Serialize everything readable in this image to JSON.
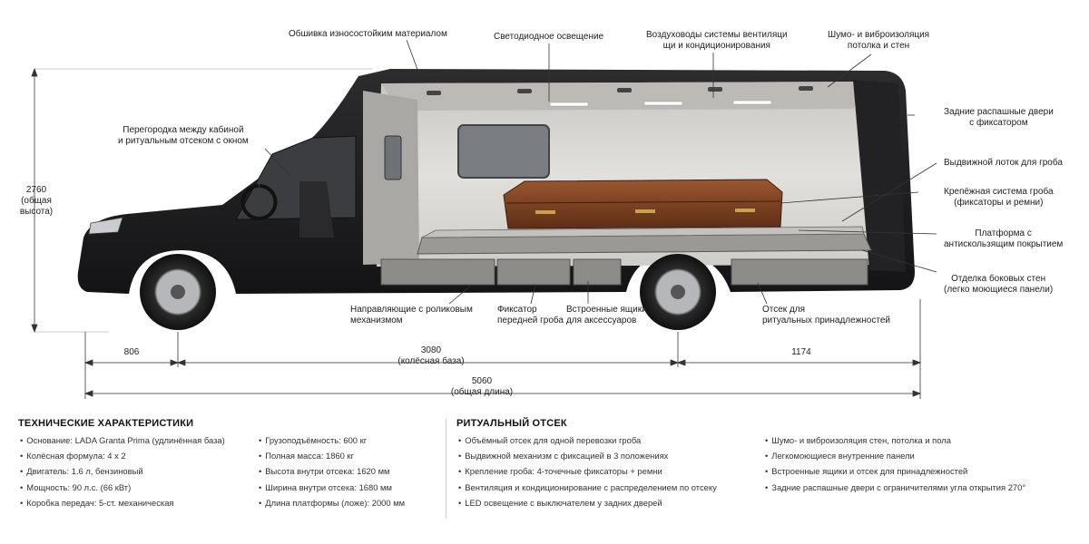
{
  "callouts": {
    "lining": "Обшивка износостойким материалом",
    "led": "Светодиодное освещение",
    "ducts": [
      "Воздуховоды системы вентиляци",
      "щи и кондиционирования"
    ],
    "insulation": [
      "Шумо- и виброизоляция",
      "потолка и стен"
    ],
    "partition": [
      "Перегородка между кабиной",
      "и ритуальным отсеком с окном"
    ],
    "rear_doors": [
      "Задние распашные двери",
      "с фиксатором"
    ],
    "tray": "Выдвижной лоток для гроба",
    "fastening": [
      "Крепёжная система гроба",
      "(фиксаторы и ремни)"
    ],
    "platform": [
      "Платформа с",
      "антискользящим покрытием"
    ],
    "side_walls": [
      "Отделка боковых стен",
      "(легко моющиеся панели)"
    ],
    "guides": [
      "Направляющие с роликовым",
      "механизмом"
    ],
    "front_lock": [
      "Фиксатор",
      "передней гроба"
    ],
    "boxes": [
      "Встроенные ящики",
      "для аксессуаров"
    ],
    "compartment": [
      "Отсек для",
      "ритуальных принадлежностей"
    ]
  },
  "dimensions": {
    "height_value": "2760",
    "height_note": [
      "(общая",
      "высота)"
    ],
    "front_overhang": "806",
    "wheelbase_value": "3080",
    "wheelbase_note": "(колёсная база)",
    "rear_overhang": "1174",
    "length_value": "5060",
    "length_note": "(общая длина)"
  },
  "specs": {
    "tech_title": "ТЕХНИЧЕСКИЕ ХАРАКТЕРИСТИКИ",
    "tech_col1": [
      "Основание: LADA Granta Prima (удлинённая база)",
      "Колёсная формула: 4 x 2",
      "Двигатель: 1.6 л, бензиновый",
      "Мощность: 90 л.с. (66 кВт)",
      "Коробка передач: 5-ст. механическая"
    ],
    "tech_col2": [
      "Грузоподъёмность: 600 кг",
      "Полная масса: 1860 кг",
      "Высота внутри отсека: 1620 мм",
      "Ширина внутри отсека: 1680 мм",
      "Длина платформы (ложе): 2000 мм"
    ],
    "ritual_title": "РИТУАЛЬНЫЙ ОТСЕК",
    "ritual_col1": [
      "Объёмный отсек для одной перевозки гроба",
      "Выдвижной механизм с фиксацией в 3 положениях",
      "Крепление гроба: 4-точечные фиксаторы + ремни",
      "Вентиляция и кондиционирование с распределением по отсеку",
      "LED освещение с выключателем у задних дверей"
    ],
    "ritual_col2": [
      "Шумо- и виброизоляция стен, потолка и пола",
      "Легкомоющиеся внутренние панели",
      "Встроенные ящики и отсек для принадлежностей",
      "Задние распашные двери с ограничителями угла открытия 270°"
    ]
  },
  "colors": {
    "body": "#1c1c1e",
    "interior": "#d9d7d3",
    "coffin": "#7a3f1f",
    "dim_line": "#333333"
  }
}
